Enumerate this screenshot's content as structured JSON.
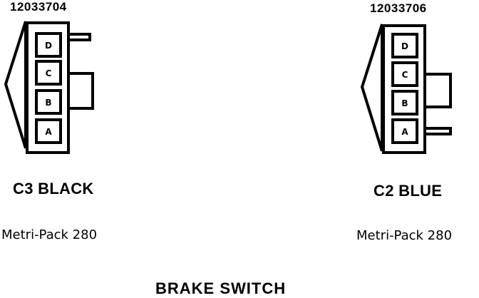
{
  "diagram": {
    "title": "BRAKE SWITCH",
    "connectors": [
      {
        "part_number": "12033704",
        "name": "C3 BLACK",
        "series": "Metri-Pack 280",
        "terminals": [
          "D",
          "C",
          "B",
          "A"
        ]
      },
      {
        "part_number": "12033706",
        "name": "C2 BLUE",
        "series": "Metri-Pack 280",
        "terminals": [
          "D",
          "C",
          "B",
          "A"
        ]
      }
    ]
  }
}
